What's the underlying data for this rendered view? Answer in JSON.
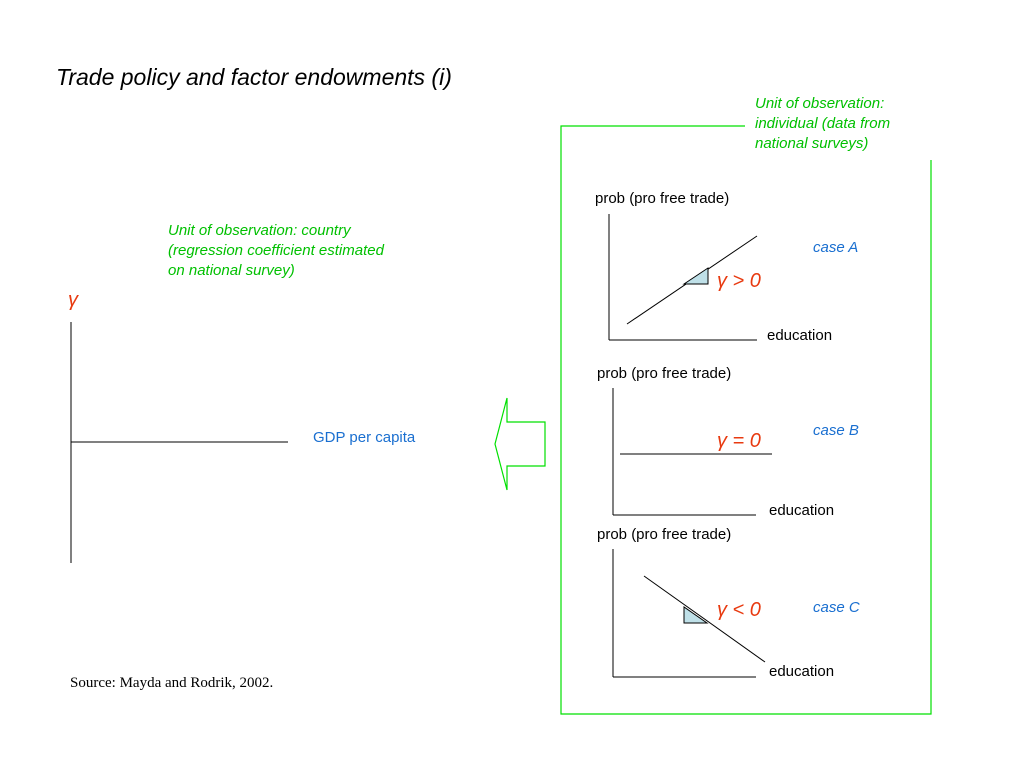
{
  "title": "Trade policy and factor endowments (i)",
  "note_individual": "Unit of observation: individual (data from national surveys)",
  "note_country": "Unit of observation: country (regression coefficient estimated on national survey)",
  "main_axis": {
    "y_label": "γ",
    "x_label": "GDP per capita"
  },
  "panels": [
    {
      "y_label": "prob (pro free trade)",
      "x_label": "education",
      "case_label": "case A",
      "gamma_label": "γ > 0"
    },
    {
      "y_label": "prob (pro free trade)",
      "x_label": "education",
      "case_label": "case B",
      "gamma_label": "γ = 0"
    },
    {
      "y_label": "prob (pro free trade)",
      "x_label": "education",
      "case_label": "case C",
      "gamma_label": "γ < 0"
    }
  ],
  "source": "Source: Mayda and Rodrik, 2002.",
  "colors": {
    "green": "#00c000",
    "blue": "#1a6fd0",
    "red": "#e83a10",
    "triangle_fill": "#bfe0e8"
  }
}
